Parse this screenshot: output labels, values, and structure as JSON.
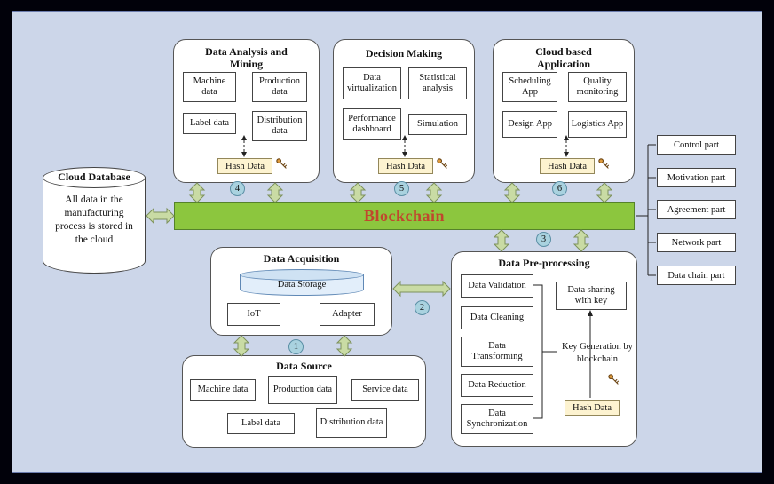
{
  "colors": {
    "background": "#ccd6e9",
    "frame": "#000000",
    "blockchain_fill": "#8cc63e",
    "blockchain_text": "#c0472e",
    "hash_fill": "#fdf3d0",
    "badge_fill": "#a9d2df",
    "arrow_fill": "#c9dba4",
    "storage_fill": "#cfe2f3"
  },
  "panels": {
    "analysis": {
      "title": "Data Analysis and Mining",
      "items": [
        "Machine data",
        "Production data",
        "Label data",
        "Distribution data"
      ],
      "hash": "Hash Data"
    },
    "decision": {
      "title": "Decision Making",
      "items": [
        "Data virtualization",
        "Statistical analysis",
        "Performance dashboard",
        "Simulation"
      ],
      "hash": "Hash Data"
    },
    "cloud_app": {
      "title": "Cloud based Application",
      "items": [
        "Scheduling App",
        "Quality monitoring",
        "Design App",
        "Logistics App"
      ],
      "hash": "Hash Data"
    }
  },
  "cloud_database": {
    "title": "Cloud Database",
    "description": "All data in the manufacturing process is stored in the cloud"
  },
  "blockchain": {
    "label": "Blockchain"
  },
  "right_parts": [
    "Control part",
    "Motivation part",
    "Agreement part",
    "Network part",
    "Data chain part"
  ],
  "acquisition": {
    "title": "Data Acquisition",
    "storage": "Data Storage",
    "items": [
      "IoT",
      "Adapter"
    ]
  },
  "source": {
    "title": "Data Source",
    "items": [
      "Machine data",
      "Production data",
      "Service data",
      "Label data",
      "Distribution data"
    ]
  },
  "preprocessing": {
    "title": "Data Pre-processing",
    "steps": [
      "Data Validation",
      "Data Cleaning",
      "Data Transforming",
      "Data Reduction",
      "Data Synchronization"
    ],
    "sharing": "Data sharing with key",
    "keygen": "Key Generation by blockchain",
    "hash": "Hash Data"
  },
  "badges": [
    "1",
    "2",
    "3",
    "4",
    "5",
    "6"
  ]
}
